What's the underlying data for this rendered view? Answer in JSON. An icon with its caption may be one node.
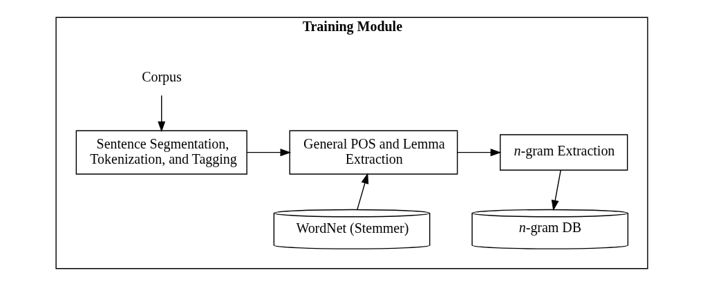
{
  "diagram": {
    "nodes": [
      {
        "text": [
          "Training Module"
        ]
      },
      {
        "text": [
          "Corpus"
        ],
        "in": 0
      },
      {
        "text": [
          "Sentence Segmentation, Tokenization, and Tagging"
        ],
        "in": 0
      },
      {
        "text": [
          "General POS and Lemma Extraction"
        ],
        "in": 0
      },
      {
        "text": [
          "*n*-gram Extraction"
        ],
        "in": 0
      },
      {
        "text": [
          "WordNet (Stemmer)"
        ],
        "in": 0
      },
      {
        "text": [
          "*n*-gram DB"
        ],
        "in": 0
      }
    ],
    "edges": [
      {
        "from": 1,
        "to": 2,
        "arrow": "to"
      },
      {
        "from": 2,
        "to": 3,
        "arrow": "to"
      },
      {
        "from": 3,
        "to": 4,
        "arrow": "to"
      },
      {
        "from": 5,
        "to": 3,
        "arrow": "to"
      },
      {
        "from": 4,
        "to": 6,
        "arrow": "to"
      }
    ]
  }
}
